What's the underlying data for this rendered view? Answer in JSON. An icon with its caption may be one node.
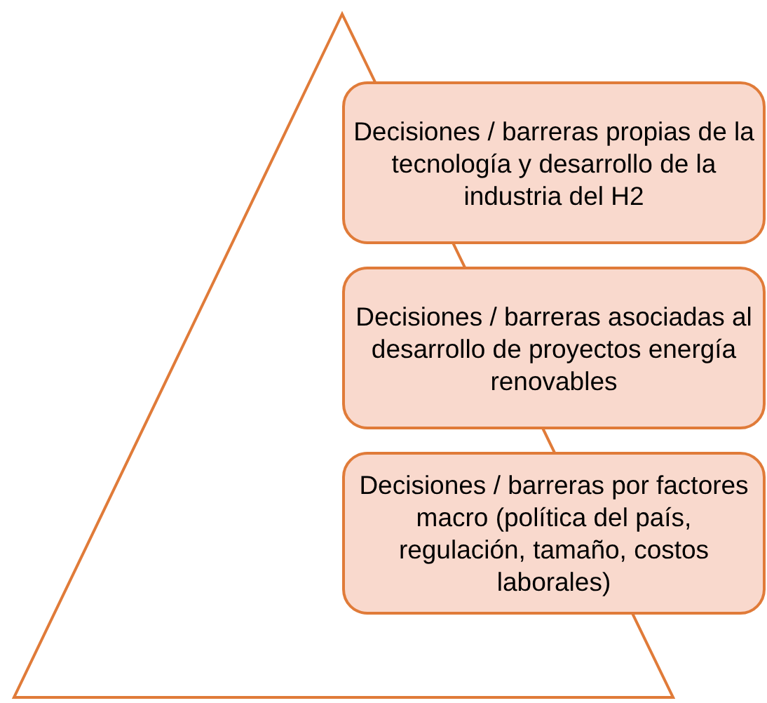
{
  "diagram": {
    "nodes": [
      {
        "text": [
          "Decisiones / barreras propias de la tecnología y desarrollo de la industria del H2"
        ]
      },
      {
        "text": [
          "Decisiones / barreras asociadas al desarrollo de proyectos energía renovables"
        ]
      },
      {
        "text": [
          "Decisiones / barreras por factores macro (política del país, regulación, tamaño, costos laborales)"
        ]
      }
    ],
    "edges": []
  }
}
